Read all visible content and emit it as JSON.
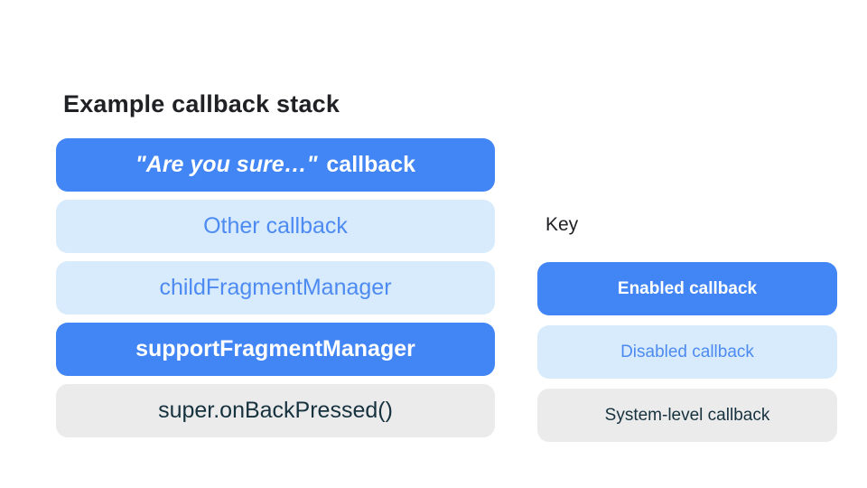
{
  "colors": {
    "slide_bg": "#FFFFFF",
    "enabled_bg": "#4285F4",
    "enabled_text": "#FFFFFF",
    "disabled_bg": "#D7EBFC",
    "disabled_text": "#4D8AF2",
    "system_bg": "#EBEBEB",
    "system_text": "#17323F",
    "heading_text": "#202124"
  },
  "stack": {
    "title": "Example callback stack",
    "items": [
      {
        "label_quoted": "\"Are you sure…\"",
        "label_rest": " callback",
        "state": "enabled"
      },
      {
        "label": "Other callback",
        "state": "disabled"
      },
      {
        "label": "childFragmentManager",
        "state": "disabled"
      },
      {
        "label": "supportFragmentManager",
        "state": "enabled"
      },
      {
        "label": "super.onBackPressed()",
        "state": "system"
      }
    ]
  },
  "key": {
    "title": "Key",
    "items": [
      {
        "label": "Enabled callback",
        "state": "enabled"
      },
      {
        "label": "Disabled callback",
        "state": "disabled"
      },
      {
        "label": "System-level callback",
        "state": "system"
      }
    ]
  }
}
